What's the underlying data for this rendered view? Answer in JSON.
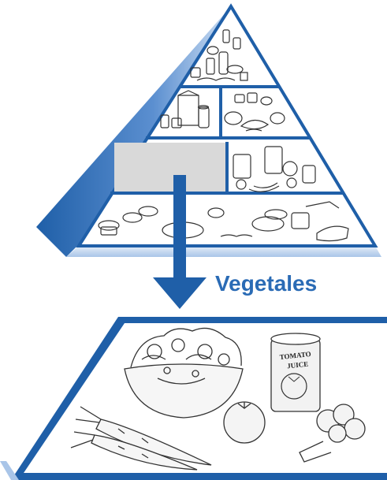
{
  "category": {
    "label": "Vegetales"
  },
  "food_items": {
    "can_label_line1": "TOMATO",
    "can_label_line2": "JUICE"
  },
  "colors": {
    "brand_blue": "#1f5fa8",
    "label_blue": "#2a6bb5",
    "light_blue": "#a9c5e8",
    "pale_blue": "#dce8f5",
    "highlight_gray": "#d9d9d9",
    "line_art": "#333333"
  }
}
